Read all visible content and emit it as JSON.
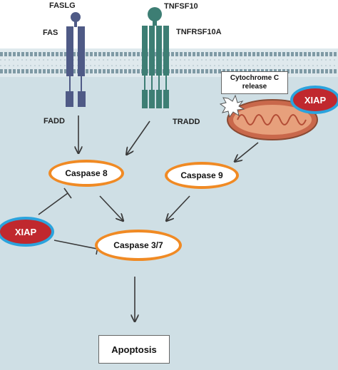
{
  "labels": {
    "faslg": "FASLG",
    "fas": "FAS",
    "fadd": "FADD",
    "tnfsf10": "TNFSF10",
    "tnfrsf10a": "TNFRSF10A",
    "tradd": "TRADD"
  },
  "nodes": {
    "caspase8": "Caspase 8",
    "caspase9": "Caspase 9",
    "caspase37": "Caspase 3/7",
    "xiap_left": "XIAP",
    "xiap_right": "XIAP"
  },
  "boxes": {
    "cytochrome": "Cytochrome C release",
    "apoptosis": "Apoptosis"
  },
  "colors": {
    "cytoplasm": "#cfdfe5",
    "membrane": "#7f9aa5",
    "fas_receptor": "#4f5a86",
    "trail_receptor": "#3d7e74",
    "caspase_border": "#f08a24",
    "xiap_fill": "#c0282e",
    "xiap_border": "#2ba3dd",
    "mitochondrion": "#c9684b"
  }
}
